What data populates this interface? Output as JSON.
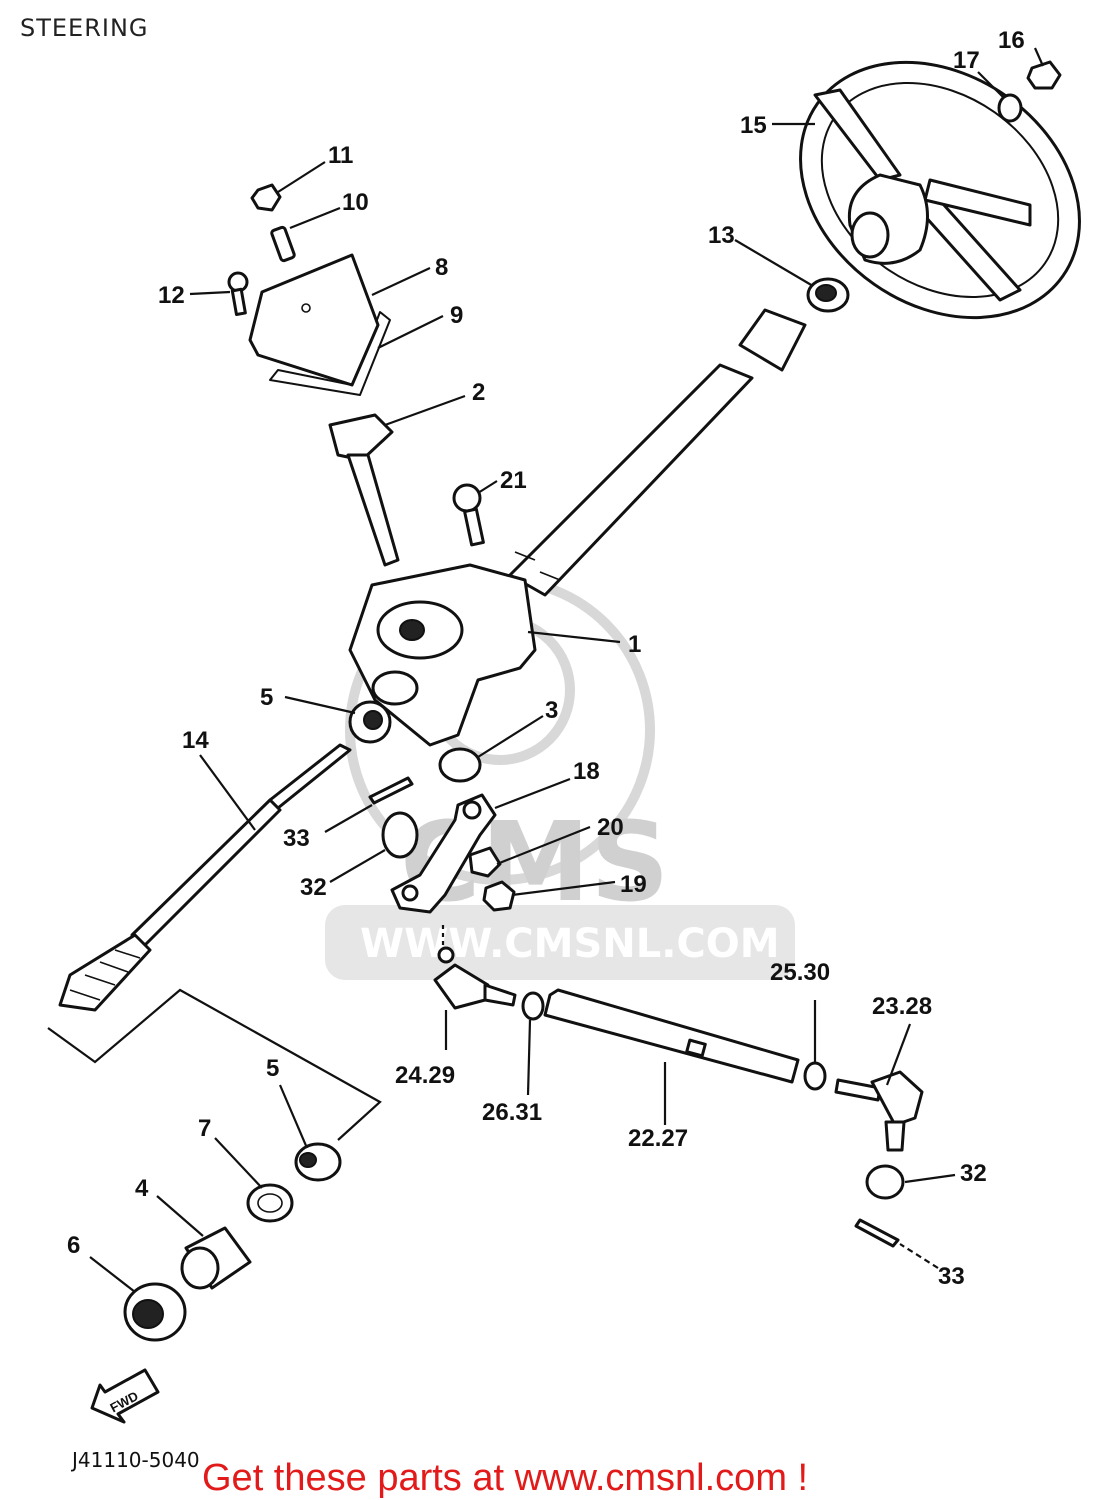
{
  "title": "STEERING",
  "drawing_code": "J41110-5040",
  "fwd_label": "FWD",
  "watermark": {
    "brand": "CMS",
    "url": "WWW.CMSNL.COM"
  },
  "footer": "Get these parts at www.cmsnl.com !",
  "colors": {
    "footer_text": "#e21a1a",
    "ink": "#111111",
    "watermark": "#d8d8d8"
  },
  "callouts": {
    "p1": "1",
    "p2": "2",
    "p3": "3",
    "p4": "4",
    "p5a": "5",
    "p5b": "5",
    "p6": "6",
    "p7": "7",
    "p8": "8",
    "p9": "9",
    "p10": "10",
    "p11": "11",
    "p12": "12",
    "p13": "13",
    "p14": "14",
    "p15": "15",
    "p16": "16",
    "p17": "17",
    "p18": "18",
    "p19": "19",
    "p20": "20",
    "p21": "21",
    "p22": "22.27",
    "p23": "23.28",
    "p24": "24.29",
    "p25": "25.30",
    "p26": "26.31",
    "p32a": "32",
    "p32b": "32",
    "p33a": "33",
    "p33b": "33"
  }
}
